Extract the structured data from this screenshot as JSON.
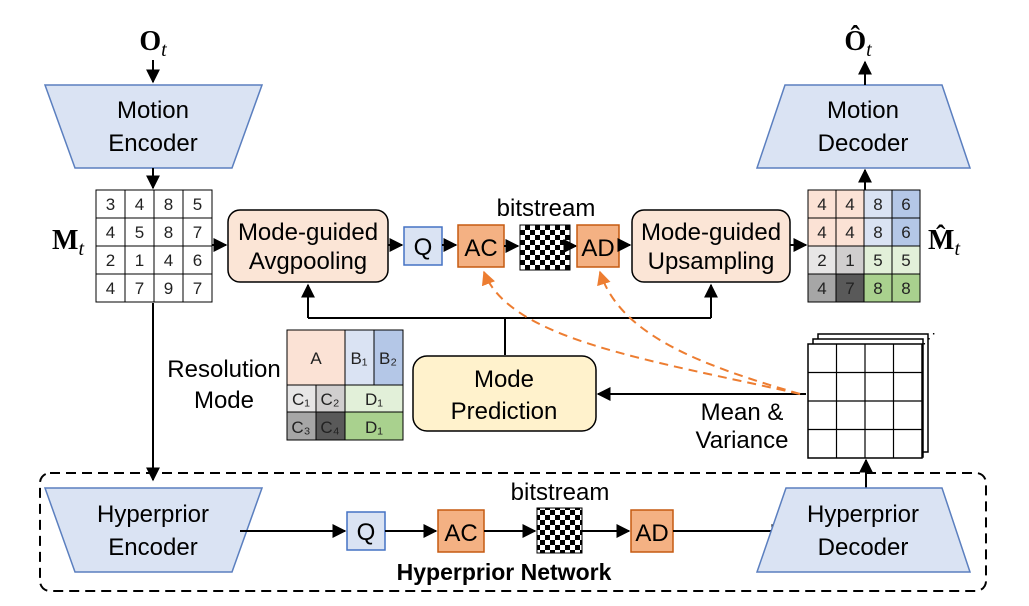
{
  "input_symbol": {
    "base": "O",
    "sub": "t"
  },
  "output_symbol": {
    "base": "Ô",
    "sub": "t"
  },
  "motion_encoder": {
    "line1": "Motion",
    "line2": "Encoder"
  },
  "motion_decoder": {
    "line1": "Motion",
    "line2": "Decoder"
  },
  "mt_label": {
    "base": "M",
    "sub": "t"
  },
  "mt_hat_label": {
    "base": "M̂",
    "sub": "t"
  },
  "input_grid": [
    [
      "3",
      "4",
      "8",
      "5"
    ],
    [
      "4",
      "5",
      "8",
      "7"
    ],
    [
      "2",
      "1",
      "4",
      "6"
    ],
    [
      "4",
      "7",
      "9",
      "7"
    ]
  ],
  "output_grid": [
    [
      "4",
      "4",
      "8",
      "6"
    ],
    [
      "4",
      "4",
      "8",
      "6"
    ],
    [
      "2",
      "1",
      "5",
      "5"
    ],
    [
      "4",
      "7",
      "8",
      "8"
    ]
  ],
  "output_grid_colors": [
    [
      "#fbe2d5",
      "#fbe2d5",
      "#dae3f3",
      "#b4c7e7"
    ],
    [
      "#fbe2d5",
      "#fbe2d5",
      "#dae3f3",
      "#b4c7e7"
    ],
    [
      "#e7e6e6",
      "#d0cece",
      "#e2f0d9",
      "#e2f0d9"
    ],
    [
      "#a6a6a6",
      "#595959",
      "#a9d18e",
      "#a9d18e"
    ]
  ],
  "avgpool": {
    "line1": "Mode-guided",
    "line2": "Avgpooling"
  },
  "upsample": {
    "line1": "Mode-guided",
    "line2": "Upsampling"
  },
  "q_label": "Q",
  "ac_label": "AC",
  "ad_label": "AD",
  "bitstream_label": "bitstream",
  "mode_prediction": {
    "line1": "Mode",
    "line2": "Prediction"
  },
  "resolution_mode": {
    "line1": "Resolution",
    "line2": "Mode"
  },
  "mode_cells": {
    "a": "A",
    "b1": "B₁",
    "b2": "B₂",
    "c1": "C₁",
    "c2": "C₂",
    "c3": "C₃",
    "c4": "C₄",
    "d1_top": "D₁",
    "d1_bottom": "D₁"
  },
  "mean_variance": {
    "line1": "Mean &",
    "line2": "Variance"
  },
  "hyper_encoder": {
    "line1": "Hyperprior",
    "line2": "Encoder"
  },
  "hyper_decoder": {
    "line1": "Hyperprior",
    "line2": "Decoder"
  },
  "hyper_network_label": "Hyperprior Network",
  "colors": {
    "trapezoid_fill": "#dae3f3",
    "trapezoid_stroke": "#5b7fbf",
    "orange_box": "#f4b183",
    "orange_stroke": "#c55a11",
    "peach_box": "#fbe5d6",
    "q_fill": "#dae3f3",
    "mode_pred_fill": "#fff2cc",
    "dashed_orange": "#ed7d31"
  }
}
